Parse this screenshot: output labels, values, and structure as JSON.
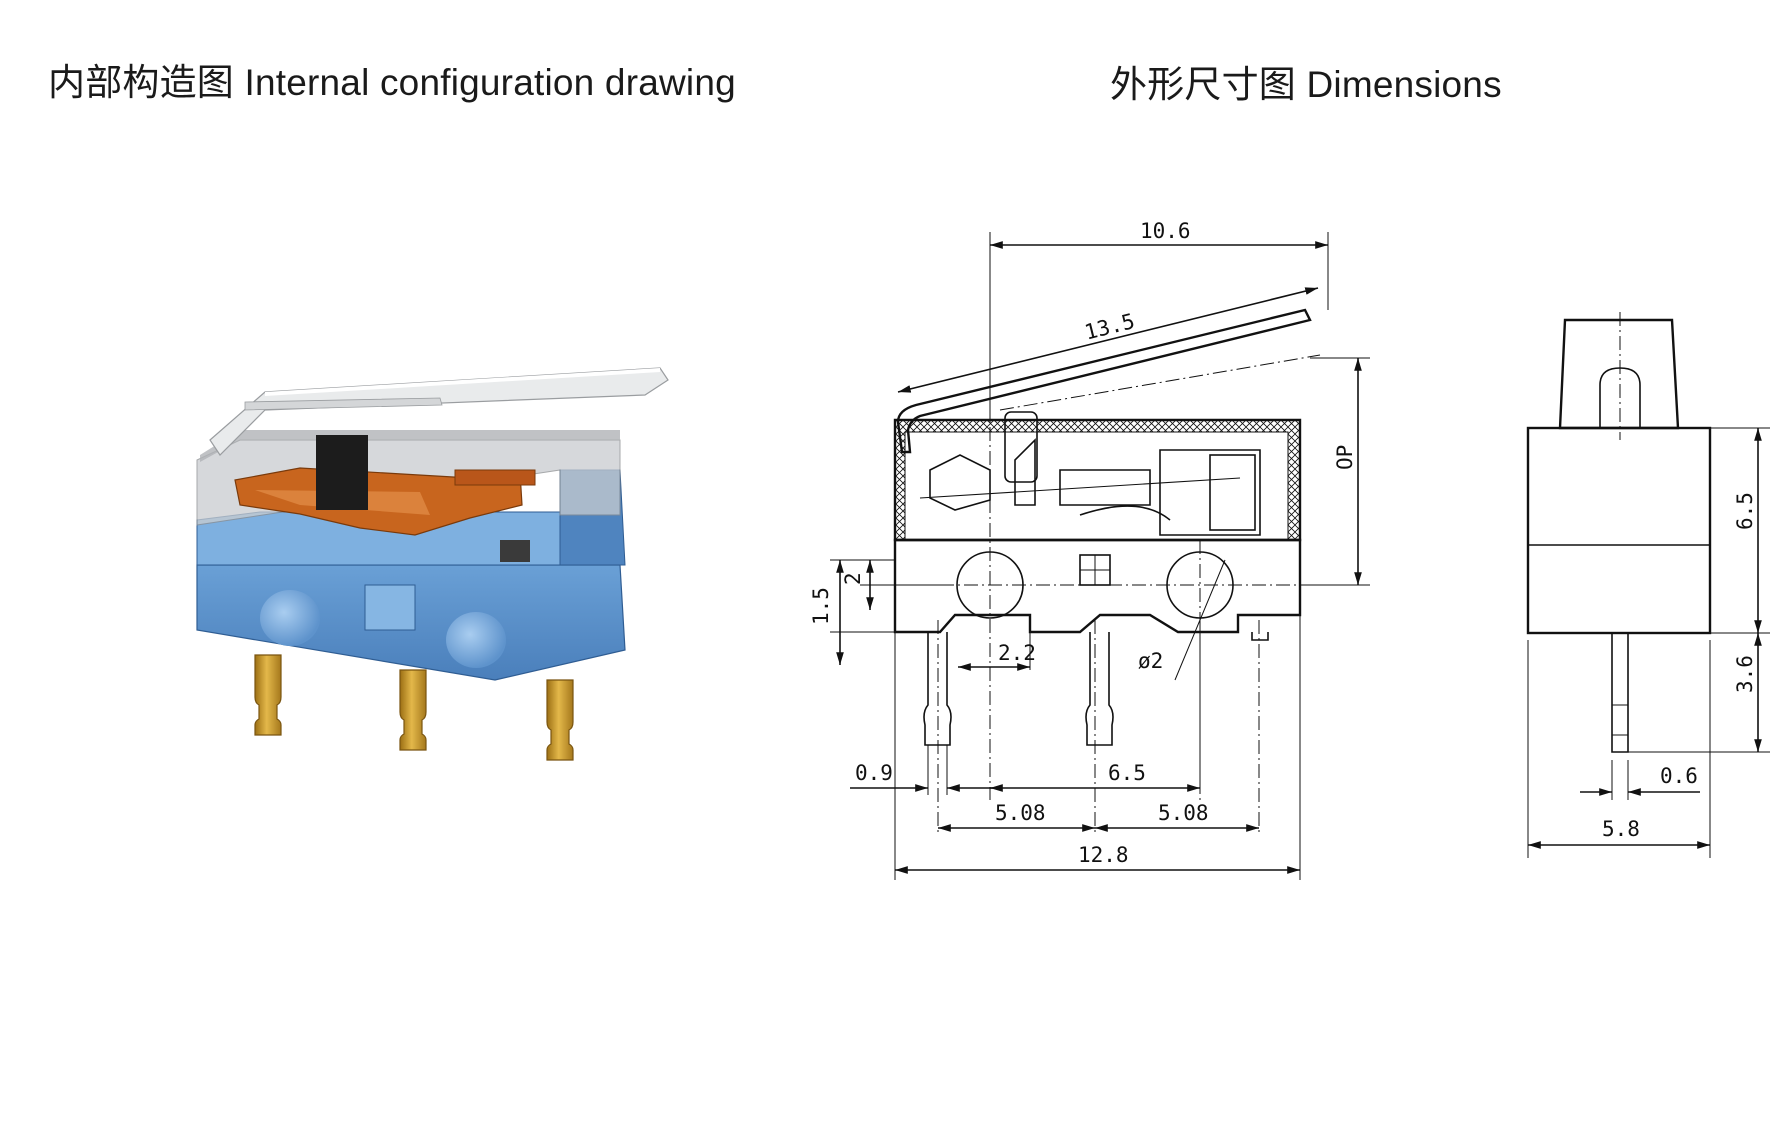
{
  "titles": {
    "left": "内部构造图 Internal configuration drawing",
    "right": "外形尺寸图 Dimensions"
  },
  "dimensions": {
    "length_top": "10.6",
    "lever": "13.5",
    "op": "OP",
    "height_2": "2",
    "height_1_5": "1.5",
    "hole_2_2": "2.2",
    "hole_dia": "ø2",
    "pin_0_9": "0.9",
    "pitch_6_5": "6.5",
    "pitch_5_08_a": "5.08",
    "pitch_5_08_b": "5.08",
    "total_12_8": "12.8",
    "side_6_5": "6.5",
    "side_3_6": "3.6",
    "side_0_6": "0.6",
    "side_5_8": "5.8"
  },
  "colors": {
    "housing_blue": "#5b8fc9",
    "housing_blue_dark": "#3d6ea6",
    "cover_grey": "#c9cccf",
    "contact_orange": "#c8651e",
    "pin_gold": "#c89a2c",
    "plunger_black": "#1c1c1c"
  }
}
